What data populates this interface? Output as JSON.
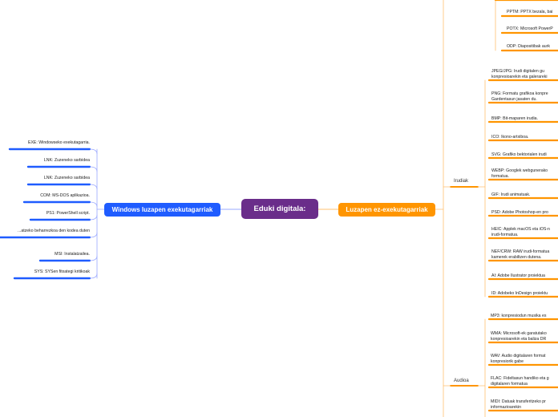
{
  "central": "Eduki digitala:",
  "left_branch": {
    "title": "Windows luzapen exekutagarriak",
    "color": "#1f5cff",
    "items": [
      "EXE: Windowseko exekutagarria.",
      "LNK: Zuzeneko sarbidea",
      "LNK: Zuzeneko sarbidea",
      "COM: MS-DOS aplikazioa.",
      "PS1: PowerShell script.",
      "...atzeko beharrezkoa den kodea duten",
      "MSI: Instalatzailea.",
      "SYS: SYSen fitxategi kritikoak"
    ]
  },
  "right_branch": {
    "title": "Luzapen ez-exekutagarriak",
    "color": "#ff9500",
    "top_items": [
      "PPTM: PPTX bezala, bai",
      "POTX: Microsoft PowerP",
      "ODP: Diapositibak aurk"
    ],
    "groups": [
      {
        "label": "Irudiak",
        "items": [
          [
            "JPEG/JPG: Irudi digitalen gu",
            "konpresioarekin eta galerareki"
          ],
          [
            "PNG: Formatu grafikoa konpre",
            "Gardentasun jasaten du."
          ],
          [
            "BMP: Bit-maparen irudia."
          ],
          [
            "ICO: Ikono-artxiboa."
          ],
          [
            "SVG: Grafiko bektorialen irudi"
          ],
          [
            "WEBP: Googlek webgunerako",
            "formatua."
          ],
          [
            "GIF: Irudi animatuak."
          ],
          [
            "PSD: Adobe Photoshop-en pro"
          ],
          [
            "HEIC: Applek macOS eta iOS-n",
            "irudi-formatua."
          ],
          [
            "NEF/CRW: RAW irudi-formatua",
            "kamerek erabiltzen dutena."
          ],
          [
            "AI: Adobe Ilustrator proiektua"
          ],
          [
            "ID: Adobeko InDesign proiektu"
          ]
        ]
      },
      {
        "label": "Audioa",
        "items": [
          [
            "MP3: konpresiodun musika es"
          ],
          [
            "WMA: Microsoft-ek garatutako",
            "konpresioarekin eta baliza DR"
          ],
          [
            "WAV: Audio digitalaren format",
            "konpresiorik gabe"
          ],
          [
            "FLAC: Fideltasun handiko eta g",
            "digitalaren formatua"
          ],
          [
            "MIDI: Datuak transferitzeko pr",
            "informazioarekin"
          ]
        ]
      }
    ]
  }
}
